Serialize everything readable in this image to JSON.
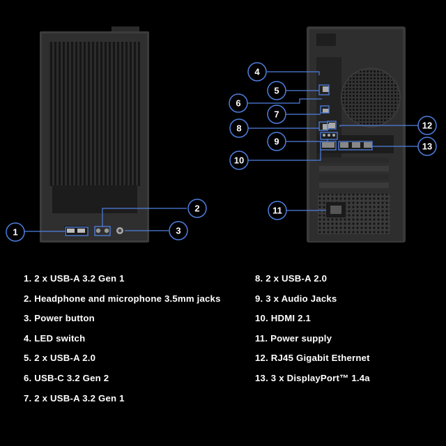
{
  "callouts": [
    {
      "n": "1"
    },
    {
      "n": "2"
    },
    {
      "n": "3"
    },
    {
      "n": "4"
    },
    {
      "n": "5"
    },
    {
      "n": "6"
    },
    {
      "n": "7"
    },
    {
      "n": "8"
    },
    {
      "n": "9"
    },
    {
      "n": "10"
    },
    {
      "n": "11"
    },
    {
      "n": "12"
    },
    {
      "n": "13"
    }
  ],
  "legend": {
    "left": [
      "1. 2 x USB-A 3.2 Gen 1",
      "2. Headphone and microphone 3.5mm jacks",
      "3. Power button",
      "4. LED switch",
      "5. 2 x USB-A 2.0",
      "6. USB-C 3.2 Gen 2",
      "7. 2 x USB-A 3.2 Gen 1"
    ],
    "right": [
      "8. 2 x USB-A 2.0",
      "9. 3 x Audio Jacks",
      "10. HDMI 2.1",
      "11. Power supply",
      "12. RJ45 Gigabit Ethernet",
      "13. 3 x DisplayPort™ 1.4a"
    ]
  },
  "colors": {
    "accent": "#4f7fe0",
    "background": "#000000",
    "text": "#ffffff"
  }
}
